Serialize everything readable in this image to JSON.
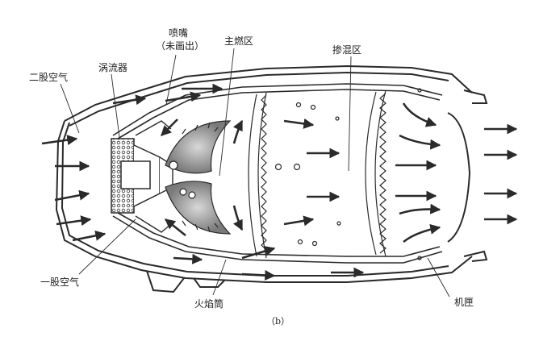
{
  "labels": {
    "nozzle": "喷嘴",
    "nozzle_note": "（未画出）",
    "main_zone": "主燃区",
    "dilution_zone": "掺混区",
    "secondary_air": "二股空气",
    "swirler": "涡流器",
    "primary_air": "一股空气",
    "liner": "火焰筒",
    "casing": "机匣",
    "caption": "（b）"
  },
  "colors": {
    "line": "#2a2a2a",
    "flame": "#9a9a9a"
  }
}
